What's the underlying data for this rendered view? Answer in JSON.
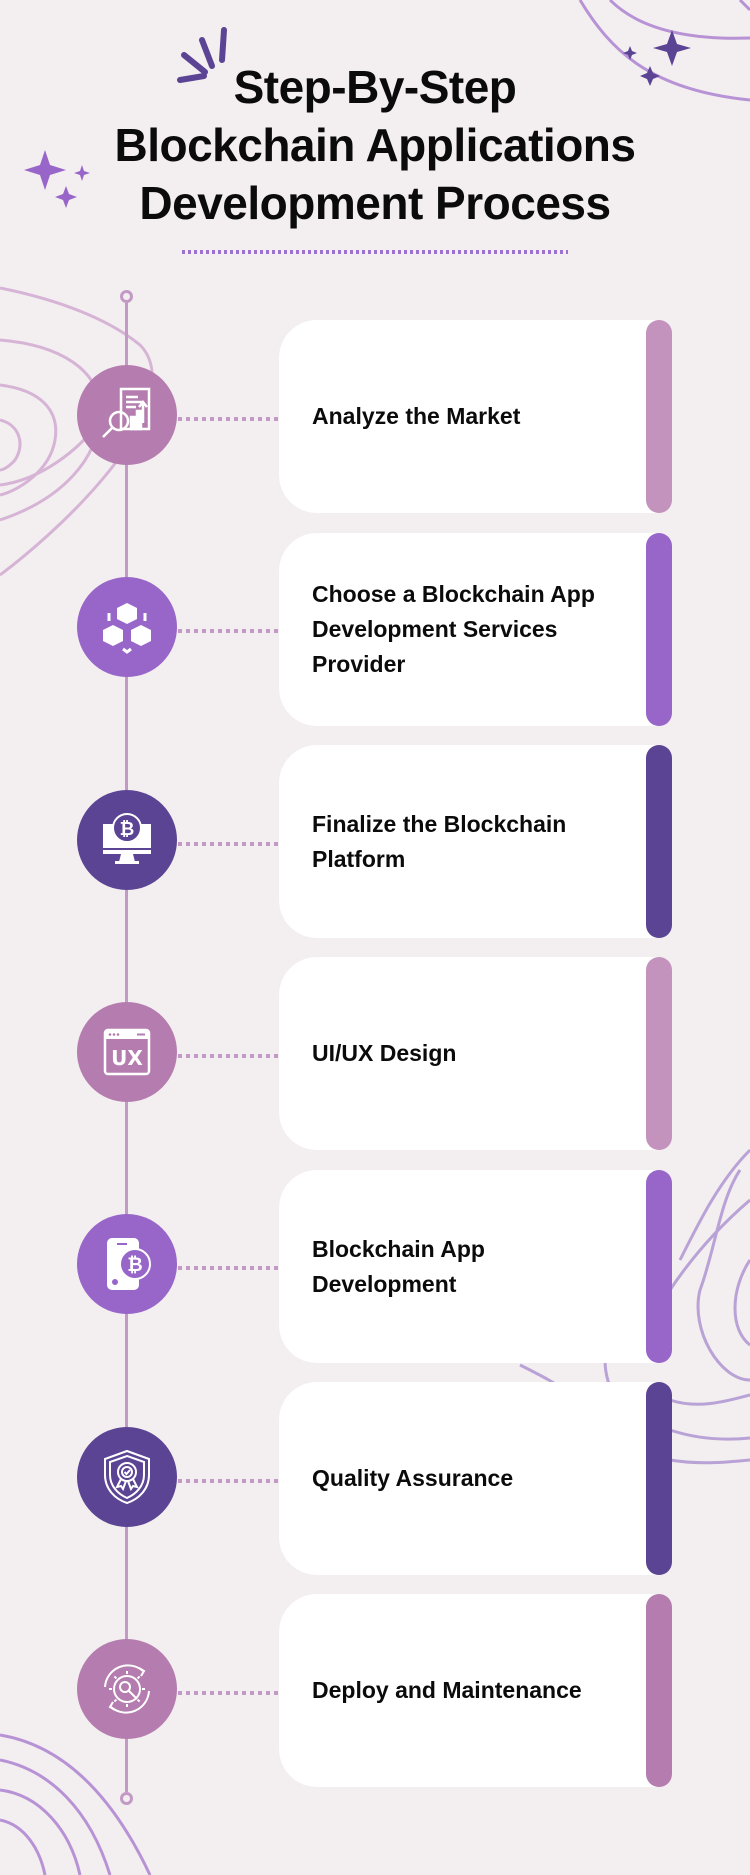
{
  "header": {
    "title_lines": [
      "Step-By-Step",
      "Blockchain Applications",
      "Development Process"
    ]
  },
  "colors": {
    "background": "#f3eeef",
    "timeline": "#c39ac5",
    "mauve_light": "#c393bd",
    "mauve": "#b57daf",
    "purple": "#9866c9",
    "purple_dark": "#5b4494",
    "card": "#ffffff",
    "text": "#0b0b0b"
  },
  "steps": [
    {
      "label": "Analyze the Market",
      "icon": "market-analysis-icon",
      "circle_color": "#b57daf",
      "bar_color": "#c393bd"
    },
    {
      "label": "Choose a Blockchain App Development Services Provider",
      "icon": "blocks-network-icon",
      "circle_color": "#9866c9",
      "bar_color": "#9866c9"
    },
    {
      "label": "Finalize the Blockchain Platform",
      "icon": "bitcoin-monitor-icon",
      "circle_color": "#5b4494",
      "bar_color": "#5b4494"
    },
    {
      "label": "UI/UX Design",
      "icon": "ux-window-icon",
      "circle_color": "#b57daf",
      "bar_color": "#c393bd"
    },
    {
      "label": "Blockchain App Development",
      "icon": "bitcoin-phone-icon",
      "circle_color": "#9866c9",
      "bar_color": "#9866c9"
    },
    {
      "label": "Quality Assurance",
      "icon": "quality-shield-icon",
      "circle_color": "#5b4494",
      "bar_color": "#5b4494"
    },
    {
      "label": "Deploy and Maintenance",
      "icon": "gear-wrench-cycle-icon",
      "circle_color": "#b57daf",
      "bar_color": "#b57daf"
    }
  ],
  "icons": {
    "ux_text": "UX",
    "bitcoin_symbol": "₿"
  }
}
